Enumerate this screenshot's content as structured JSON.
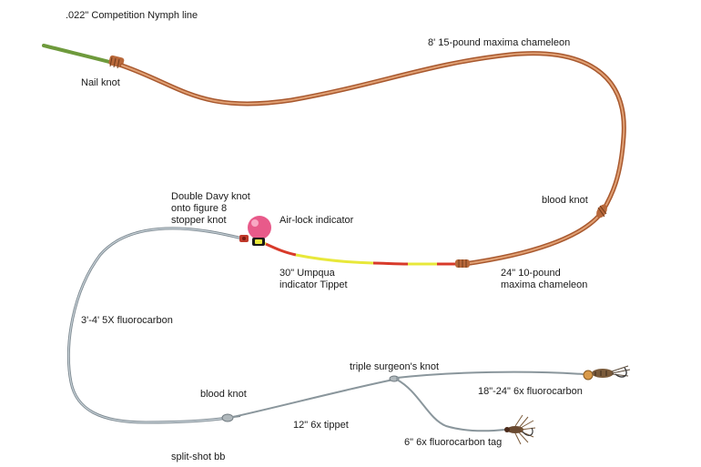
{
  "labels": {
    "nymph_line": ".022\" Competition Nymph line",
    "maxima_8ft": "8' 15-pound maxima chameleon",
    "nail_knot": "Nail knot",
    "blood_knot_upper": "blood knot",
    "double_davy": "Double Davy knot\nonto figure 8\nstopper knot",
    "airlock": "Air-lock indicator",
    "umpqua": "30\" Umpqua\nindicator Tippet",
    "maxima_24in": "24\" 10-pound\nmaxima chameleon",
    "fluoro_5x": "3'-4' 5X fluorocarbon",
    "triple_surgeon": "triple surgeon's knot",
    "blood_knot_lower": "blood knot",
    "fluoro_6x": "18\"-24\" 6x fluorocarbon",
    "tippet_6x": "12\" 6x tippet",
    "tag": "6\" 6x fluorocarbon tag",
    "split_shot": "split-shot bb"
  },
  "colors": {
    "fly_line": "#6e9a3c",
    "maxima": "#c97a4a",
    "fluorocarbon": "#9aa6ad",
    "indicator_red": "#d83a2a",
    "indicator_yellow": "#e8e83a",
    "airlock": "#e85a8a"
  }
}
